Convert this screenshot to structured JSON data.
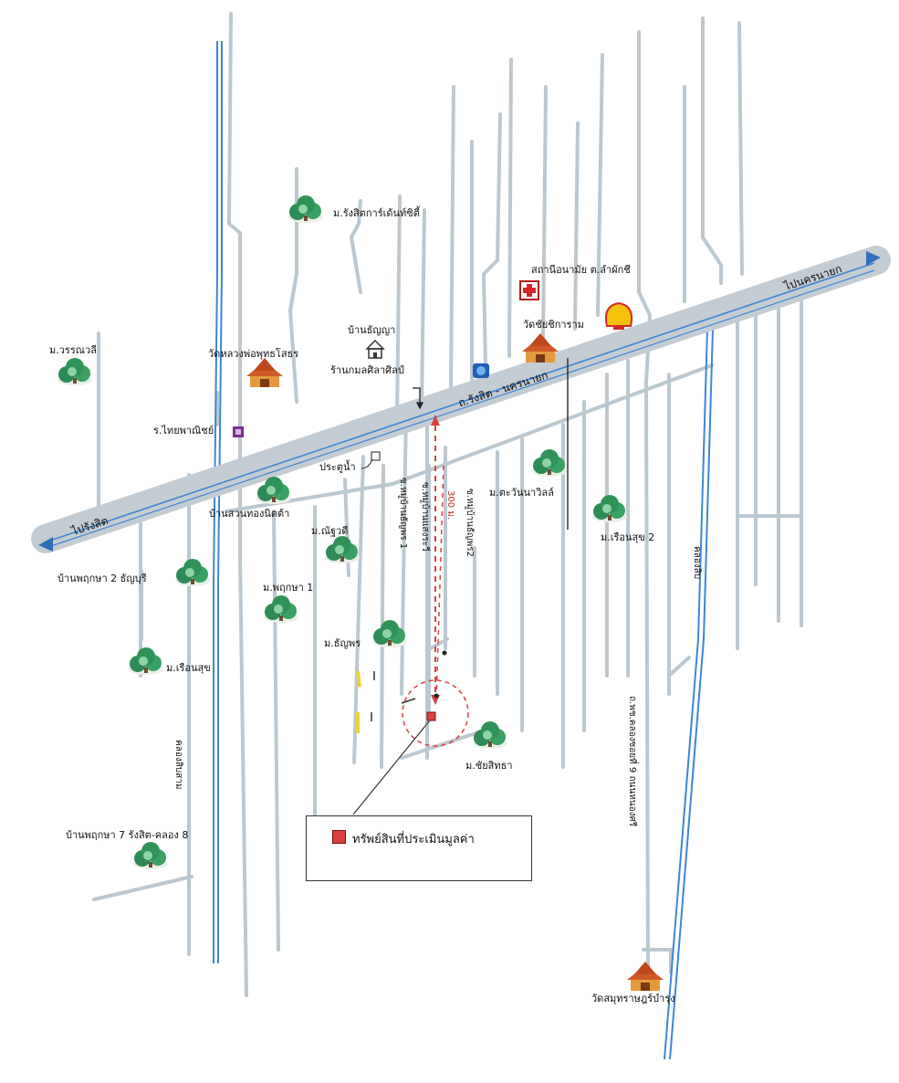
{
  "highway": {
    "name": "ถ.รังสิต - นครนายก",
    "to_west": "ไปรังสิต",
    "to_east": "ไปนครนายก"
  },
  "canals": {
    "west": "คลองสิบสาม",
    "east": "คลองสิบ"
  },
  "roads": {
    "soi_1": "ซ.หมู่บ้านธัญพร 1",
    "soi_main": "ซ.หมู่บ้านแสงระวี",
    "soi_2": "ซ.หมู่บ้านธัญพร2",
    "east_road": "ถ.พช.คลองซอยที่ 9 ถนนหนองศรี"
  },
  "distance": "300 ม.",
  "places": {
    "rangsit_garden": "ม.รังสิตการ์เด้นท์ซิตี้",
    "health_station": "สถานีอนามัย ต.ลำผักชี",
    "wat_chai": "วัดชัยชิการาม",
    "ban_thanya": "บ้านธัญญา",
    "wat_luang": "วัดหลวงพ่อพุทธโสธร",
    "rattana": "ร้านกมลศิลาศิลป์",
    "wanali": "ม.วรรณวลี",
    "post": "ร.ไทยพาณิชย์",
    "pratu_nam": "ประตูน้ำ",
    "tawan": "ม.ตะวันนาวิลล์",
    "ban_suan": "บ้านสวนทองนิตต้า",
    "ruen_suk2": "ม.เรือนสุข 2",
    "chuwadi": "ม.ณัฐวดี",
    "pruksa_thanya": "บ้านพฤกษา 2 ธัญบุรี",
    "pruksa1": "ม.พฤกษา 1",
    "thanyaporn": "ม.ธัญพร",
    "ruen_suk": "ม.เรือนสุข",
    "chaisitha": "ม.ชัยสิทธา",
    "pruksa7": "บ้านพฤกษา 7 รังสิต-คลอง 8",
    "wat_samut": "วัดสมุทราษฎร์บำรุง"
  },
  "icons": {
    "tree": "village-tree-icon",
    "temple": "temple-icon",
    "house": "house-icon",
    "hospital": "red-cross-icon",
    "shell": "shell-gas-icon",
    "gas": "gas-station-icon",
    "bank": "bank-icon"
  },
  "colors": {
    "road": "#bcc8d0",
    "highway": "#c4ccd3",
    "canal": "#3d86d6",
    "tree": "#2e8b57",
    "marker": "#d94141"
  },
  "legend": {
    "label": "ทรัพย์สินที่ประเมินมูลค่า"
  }
}
